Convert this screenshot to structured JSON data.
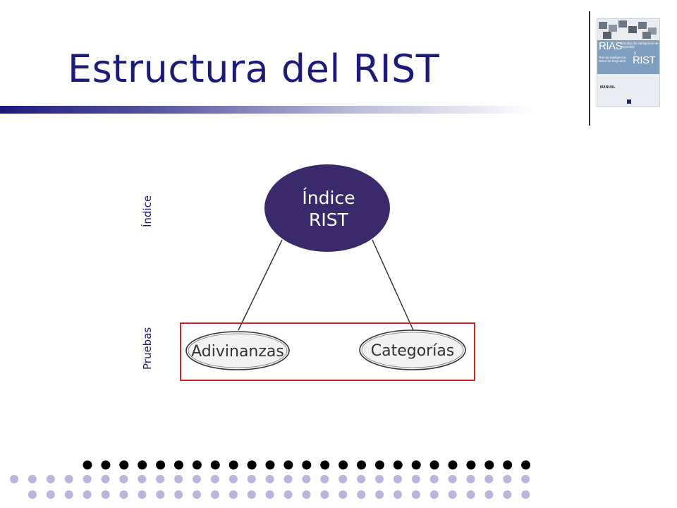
{
  "slide": {
    "title": "Estructura del RIST"
  },
  "cover": {
    "title_rias": "RIAS",
    "subtitle_rias": "Escalas de Inteligencia de Reynolds",
    "connector": "y",
    "subtitle_rist": "Test de Inteligencia Breve de Reynolds",
    "title_rist": "RIST",
    "manual_label": "MANUAL"
  },
  "diagram": {
    "levels": {
      "top": "Índice",
      "bottom": "Pruebas"
    },
    "root": {
      "line1": "Índice",
      "line2": "RIST"
    },
    "children": [
      "Adivinanzas",
      "Categorías"
    ]
  },
  "colors": {
    "title": "#1c1a7a",
    "root_fill": "#3b2a6b",
    "highlight_box": "#e02020",
    "dots_dark": "#000000",
    "dots_light": "#b8b6dc"
  }
}
